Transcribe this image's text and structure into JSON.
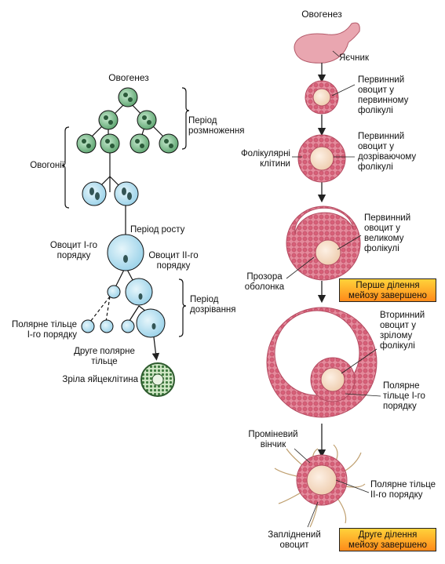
{
  "colors": {
    "folliculary": "#e98a9a",
    "follicular_cells": "#d45a72",
    "oocyte": "#f6d8c0",
    "cell_blue": "#bfe6f4",
    "cell_green": "#7fbf8f",
    "highlight_box": "#ffb02a",
    "ovary": "#e9a6b0"
  },
  "left": {
    "title": "Овогенез",
    "period_multiplication": "Період розмноження",
    "oogonia": "Овогонії",
    "period_growth": "Період росту",
    "oocyte_1": "Овоцит І-го порядку",
    "oocyte_2": "Овоцит ІІ-го порядку",
    "period_maturation": "Період дозрівання",
    "polar_body_1": "Полярне тільце І-го порядку",
    "polar_body_2": "Друге полярне тільце",
    "mature_egg": "Зріла яйцеклітина"
  },
  "right": {
    "title": "Овогенез",
    "ovary": "Яєчник",
    "primary_oocyte_primary_follicle": "Первинний овоцит у первинному фолікулі",
    "follicular_cells": "Фолікулярні клітини",
    "primary_oocyte_maturing_follicle": "Первинний овоцит у дозріваючому фолікулі",
    "primary_oocyte_large_follicle": "Первинний овоцит у великому фолікулі",
    "zona_pellucida": "Прозора оболонка",
    "first_division": "Перше ділення мейозу завершено",
    "secondary_oocyte_mature_follicle": "Вторинний овоцит у зрілому фолікулі",
    "polar_body_1": "Полярне тільце І-го порядку",
    "corona_radiata": "Проміневий вінчик",
    "polar_body_2": "Полярне тільце ІІ-го порядку",
    "fertilized_oocyte": "Запліднений овоцит",
    "second_division": "Друге ділення мейозу завершено"
  }
}
